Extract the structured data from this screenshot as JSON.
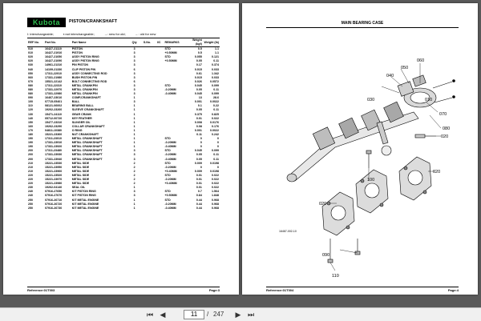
{
  "left_page": {
    "logo": "Kubota",
    "title": "PISTON/CRANKSHAFT",
    "legend": [
      "I: interchangeable;",
      "▪:not interchangeable;",
      "→: new for old;",
      "←: old for new"
    ],
    "columns": [
      "REF No.",
      "Part No.",
      "Part Name",
      "Qty",
      "S.No.",
      "I/C",
      "REMARKS",
      "Weight (kgf)",
      "Weight (lb)"
    ],
    "rows": [
      [
        "010",
        "16427-21110",
        "PISTON",
        "3",
        "",
        "",
        "STD",
        "0.5",
        "1.1"
      ],
      [
        "010",
        "16427-21910",
        "PISTON",
        "3",
        "",
        "",
        "+0.50MM",
        "0.5",
        "1.1"
      ],
      [
        "020",
        "16427-21050",
        "ASSY PISTON RING",
        "3",
        "",
        "",
        "STD",
        "0.055",
        "0.121"
      ],
      [
        "020",
        "16427-21090",
        "ASSY PISTON RING",
        "3",
        "",
        "",
        "+0.50MM",
        "0.05",
        "0.11"
      ],
      [
        "030",
        "14961-21310",
        "PIN PISTON",
        "3",
        "",
        "",
        "",
        "0.17",
        "0.374"
      ],
      [
        "040",
        "14109-21330",
        "CLIP PISTON PIN",
        "6",
        "",
        "",
        "",
        "0.015",
        "0.033"
      ],
      [
        "050",
        "17311-22010",
        "ASSY CONNECTING ROD",
        "3",
        "",
        "",
        "",
        "0.61",
        "1.342"
      ],
      [
        "060",
        "17331-21980",
        "BUSH PISTON PIN",
        "3",
        "",
        "",
        "",
        "0.015",
        "0.033"
      ],
      [
        "070",
        "15521-22142",
        "BOLT CONNECTING ROD",
        "6",
        "",
        "",
        "",
        "0.026",
        "0.0572"
      ],
      [
        "080",
        "17311-22310",
        "METAL CRANKPIN",
        "3",
        "",
        "",
        "STD",
        "0.045",
        "0.099"
      ],
      [
        "080",
        "17331-22970",
        "METAL CRANKPIN",
        "3",
        "",
        "",
        "-0.20MM",
        "0.05",
        "0.11"
      ],
      [
        "080",
        "17331-22980",
        "METAL CRANKPIN",
        "3",
        "",
        "",
        "-0.40MM",
        "0.045",
        "0.099"
      ],
      [
        "090",
        "16467-23010",
        "COMP,CRANKSHAFT",
        "1",
        "",
        "",
        "",
        "13",
        "28.6"
      ],
      [
        "100",
        "07715-05401",
        "BALL",
        "3",
        "",
        "",
        "",
        "0.001",
        "0.0022"
      ],
      [
        "110",
        "08121-06002",
        "BEARING BALL",
        "1",
        "",
        "",
        "",
        "0.1",
        "0.22"
      ],
      [
        "120",
        "19202-23260",
        "SLEEVE CRANKSHAFT",
        "1",
        "",
        "",
        "",
        "0.05",
        "0.11"
      ],
      [
        "130",
        "15471-24110",
        "GEAR CRANK",
        "1",
        "",
        "",
        "",
        "0.375",
        "0.825"
      ],
      [
        "140",
        "05712-00720",
        "KEY FEATHER",
        "1",
        "",
        "",
        "",
        "0.01",
        "0.022"
      ],
      [
        "150",
        "15477-23310",
        "SLINGER OIL",
        "1",
        "",
        "",
        "",
        "0.008",
        "0.0176"
      ],
      [
        "160",
        "19262-23290",
        "COLLAR CRANKSHAFT",
        "1",
        "",
        "",
        "",
        "0.08",
        "0.176"
      ],
      [
        "170",
        "04811-10380",
        "O RING",
        "1",
        "",
        "",
        "",
        "0.001",
        "0.0022"
      ],
      [
        "180",
        "15221-23360",
        "NUT CRANKSHAFT",
        "1",
        "",
        "",
        "",
        "0.11",
        "0.242"
      ],
      [
        "190",
        "17311-23010",
        "METAL CRANKSHAFT",
        "1",
        "",
        "",
        "STD",
        "0",
        "0"
      ],
      [
        "190",
        "17331-23910",
        "METAL CRANKSHAFT",
        "1",
        "",
        "",
        "-0.20MM",
        "0",
        "0"
      ],
      [
        "190",
        "17331-23920",
        "METAL CRANKSHAFT",
        "1",
        "",
        "",
        "-0.40MM",
        "0",
        "0"
      ],
      [
        "200",
        "17311-23480",
        "METAL CRANKSHAFT",
        "3",
        "",
        "",
        "STD",
        "0.045",
        "0.099"
      ],
      [
        "200",
        "17331-23930",
        "METAL CRANKSHAFT",
        "3",
        "",
        "",
        "-0.20MM",
        "0.05",
        "0.11"
      ],
      [
        "200",
        "17331-23940",
        "METAL CRANKSHAFT",
        "3",
        "",
        "",
        "-0.40MM",
        "0.05",
        "0.11"
      ],
      [
        "210",
        "15221-23530",
        "METAL SIDE",
        "2",
        "",
        "",
        "STD",
        "0.009",
        "0.0198"
      ],
      [
        "210",
        "15221-23950",
        "METAL SIDE",
        "2",
        "",
        "",
        "-0.20MM",
        "0",
        "0"
      ],
      [
        "210",
        "15221-23960",
        "METAL SIDE",
        "2",
        "",
        "",
        "+0.40MM",
        "0.009",
        "0.0198"
      ],
      [
        "220",
        "15221-23520",
        "METAL SIDE",
        "2",
        "",
        "",
        "STD",
        "0.01",
        "0.022"
      ],
      [
        "220",
        "15221-23970",
        "METAL SIDE",
        "2",
        "",
        "",
        "-0.20MM",
        "0.01",
        "0.022"
      ],
      [
        "220",
        "15221-23980",
        "METAL SIDE",
        "2",
        "",
        "",
        "+0.40MM",
        "0.01",
        "0.022"
      ],
      [
        "230",
        "19262-04140",
        "SEAL OIL",
        "1",
        "",
        "",
        "",
        "0.01",
        "0.022"
      ],
      [
        "240",
        "07916-27650",
        "KIT PISTON RING",
        "3",
        "",
        "",
        "STD",
        "0.7",
        "1.564"
      ],
      [
        "240",
        "07916-27670",
        "KIT PISTON RING",
        "3",
        "",
        "",
        "+0.50MM",
        "0.84",
        "1.848"
      ],
      [
        "250",
        "07916-26710",
        "KIT METAL ENGINE",
        "1",
        "",
        "",
        "STD",
        "0.44",
        "0.968"
      ],
      [
        "250",
        "07916-26720",
        "KIT METAL ENGINE",
        "1",
        "",
        "",
        "-0.20MM",
        "0.44",
        "0.968"
      ],
      [
        "250",
        "07916-26730",
        "KIT METAL ENGINE",
        "1",
        "",
        "",
        "-0.40MM",
        "0.44",
        "0.968"
      ]
    ],
    "reference": "Reference:01T003",
    "page": "Page:3"
  },
  "right_page": {
    "title": "MAIN BEARING CASE",
    "callouts": [
      "010",
      "020",
      "030",
      "040",
      "050",
      "060",
      "070",
      "080",
      "090",
      "100",
      "110",
      "020",
      "020"
    ],
    "figure_id": "16467-002-10",
    "reference": "Reference:01T004",
    "page": "Page:4"
  },
  "toolbar": {
    "current_page": "11",
    "separator": "/",
    "total_pages": "247",
    "first_icon": "first-page-icon",
    "prev_icon": "prev-page-icon",
    "next_icon": "next-page-icon",
    "last_icon": "last-page-icon"
  }
}
